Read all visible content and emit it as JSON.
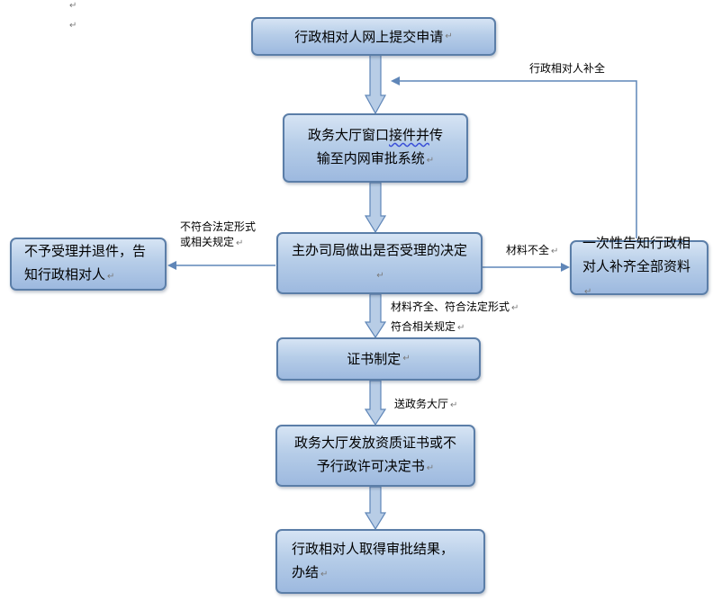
{
  "paragraph_mark": "↵",
  "nodes": {
    "submit": "行政相对人网上提交申请",
    "window_a": "政务大厅窗口",
    "window_b": "接件并",
    "window_c": "传",
    "window_d": "输至内网审批系统",
    "decision": "主办司局做出是否受理的决定",
    "reject_a": "不予受理并退件，告",
    "reject_b": "知行政相对人",
    "notify_a": "一次性告知行政相",
    "notify_b": "对人补齐全部资料",
    "cert": "证书制定",
    "issue_a": "政务大厅发放资质证书或不",
    "issue_b": "予行政许可决定书",
    "result_a": "行政相对人取得审批结果，",
    "result_b": "办结"
  },
  "edges": {
    "supplement": "行政相对人补全",
    "nonconform_a": "不符合法定形式",
    "nonconform_b": "或相关规定",
    "incomplete": "材料不全",
    "complete_a": "材料齐全、符合法定形式",
    "complete_b": "符合相关规定",
    "send": "送政务大厅"
  }
}
